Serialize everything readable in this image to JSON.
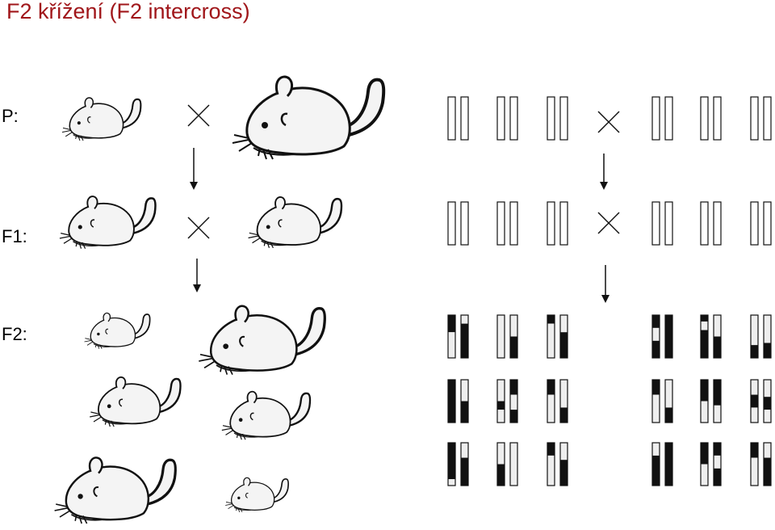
{
  "title": "F2 křížení (F2 intercross)",
  "generations": [
    {
      "id": "p",
      "label": "P:"
    },
    {
      "id": "f1",
      "label": "F1:"
    },
    {
      "id": "f2",
      "label": "F2:"
    }
  ],
  "colors": {
    "title": "#a0161a",
    "ink": "#111111",
    "light": "#eeeeee",
    "mouse_fill": "#f4f4f4"
  },
  "icons": {
    "cross": "cross-icon",
    "arrow": "arrow-down-icon",
    "mouse": "mouse-icon"
  },
  "chromosomes": {
    "P": [
      [
        [
          0,
          "L"
        ],
        [
          0,
          "L"
        ]
      ],
      [
        [
          0,
          "L"
        ],
        [
          0,
          "L"
        ]
      ],
      [
        [
          0,
          "L"
        ],
        [
          0,
          "L"
        ]
      ],
      [
        [
          0,
          "D"
        ],
        [
          0,
          "D"
        ]
      ],
      [
        [
          0,
          "D"
        ],
        [
          0,
          "D"
        ]
      ],
      [
        [
          0,
          "D"
        ],
        [
          0,
          "D"
        ]
      ]
    ],
    "F1": [
      [
        [
          0,
          "L"
        ],
        [
          0,
          "D"
        ]
      ],
      [
        [
          0,
          "L"
        ],
        [
          0,
          "D"
        ]
      ],
      [
        [
          0,
          "L"
        ],
        [
          0,
          "D"
        ]
      ],
      [
        [
          0,
          "L"
        ],
        [
          0,
          "D"
        ]
      ],
      [
        [
          0,
          "L"
        ],
        [
          0,
          "D"
        ]
      ],
      [
        [
          0,
          "L"
        ],
        [
          0,
          "D"
        ]
      ]
    ],
    "F2": [
      [
        [
          [
            0,
            "D"
          ],
          [
            0.4,
            "L"
          ]
        ],
        [
          [
            0,
            "L"
          ],
          [
            0.2,
            "D"
          ]
        ],
        [
          [
            0,
            "L"
          ],
          [
            0,
            "L"
          ]
        ],
        [
          [
            0,
            "L"
          ],
          [
            0.5,
            "D"
          ]
        ],
        [
          [
            0,
            "D"
          ],
          [
            0.2,
            "L"
          ]
        ],
        [
          [
            0,
            "L"
          ],
          [
            0.4,
            "D"
          ]
        ],
        [
          [
            0,
            "D"
          ],
          [
            0.3,
            "L"
          ],
          [
            0.6,
            "D"
          ]
        ],
        [
          [
            0,
            "D"
          ]
        ],
        [
          [
            0,
            "D"
          ],
          [
            0.15,
            "L"
          ],
          [
            0.35,
            "D"
          ]
        ],
        [
          [
            0,
            "L"
          ],
          [
            0.5,
            "D"
          ]
        ],
        [
          [
            0,
            "L"
          ],
          [
            0.7,
            "D"
          ]
        ],
        [
          [
            0,
            "L"
          ],
          [
            0.65,
            "D"
          ]
        ]
      ],
      [
        [
          [
            0,
            "D"
          ]
        ],
        [
          [
            0,
            "L"
          ],
          [
            0.5,
            "D"
          ]
        ],
        [
          [
            0,
            "L"
          ],
          [
            0.5,
            "D"
          ],
          [
            0.7,
            "L"
          ]
        ],
        [
          [
            0,
            "D"
          ],
          [
            0.35,
            "L"
          ],
          [
            0.7,
            "D"
          ]
        ],
        [
          [
            0,
            "D"
          ],
          [
            0.35,
            "L"
          ]
        ],
        [
          [
            0,
            "L"
          ],
          [
            0.65,
            "D"
          ]
        ],
        [
          [
            0,
            "D"
          ],
          [
            0.35,
            "L"
          ]
        ],
        [
          [
            0,
            "L"
          ],
          [
            0.65,
            "D"
          ]
        ],
        [
          [
            0,
            "D"
          ],
          [
            0.5,
            "L"
          ]
        ],
        [
          [
            0,
            "D"
          ],
          [
            0.6,
            "L"
          ]
        ],
        [
          [
            0,
            "L"
          ],
          [
            0.35,
            "D"
          ],
          [
            0.65,
            "L"
          ]
        ],
        [
          [
            0,
            "L"
          ],
          [
            0.4,
            "D"
          ],
          [
            0.7,
            "L"
          ]
        ]
      ],
      [
        [
          [
            0,
            "D"
          ],
          [
            0.85,
            "L"
          ]
        ],
        [
          [
            0,
            "L"
          ],
          [
            0.35,
            "D"
          ]
        ],
        [
          [
            0,
            "L"
          ],
          [
            0.5,
            "D"
          ]
        ],
        [
          [
            0,
            "L"
          ]
        ],
        [
          [
            0,
            "D"
          ],
          [
            0.3,
            "L"
          ]
        ],
        [
          [
            0,
            "L"
          ],
          [
            0.4,
            "D"
          ]
        ],
        [
          [
            0,
            "L"
          ],
          [
            0.3,
            "D"
          ]
        ],
        [
          [
            0,
            "D"
          ]
        ],
        [
          [
            0,
            "D"
          ],
          [
            0.5,
            "L"
          ]
        ],
        [
          [
            0,
            "D"
          ],
          [
            0.3,
            "L"
          ],
          [
            0.6,
            "D"
          ]
        ],
        [
          [
            0,
            "D"
          ],
          [
            0.35,
            "L"
          ]
        ],
        [
          [
            0,
            "L"
          ],
          [
            0.35,
            "D"
          ]
        ]
      ]
    ]
  }
}
